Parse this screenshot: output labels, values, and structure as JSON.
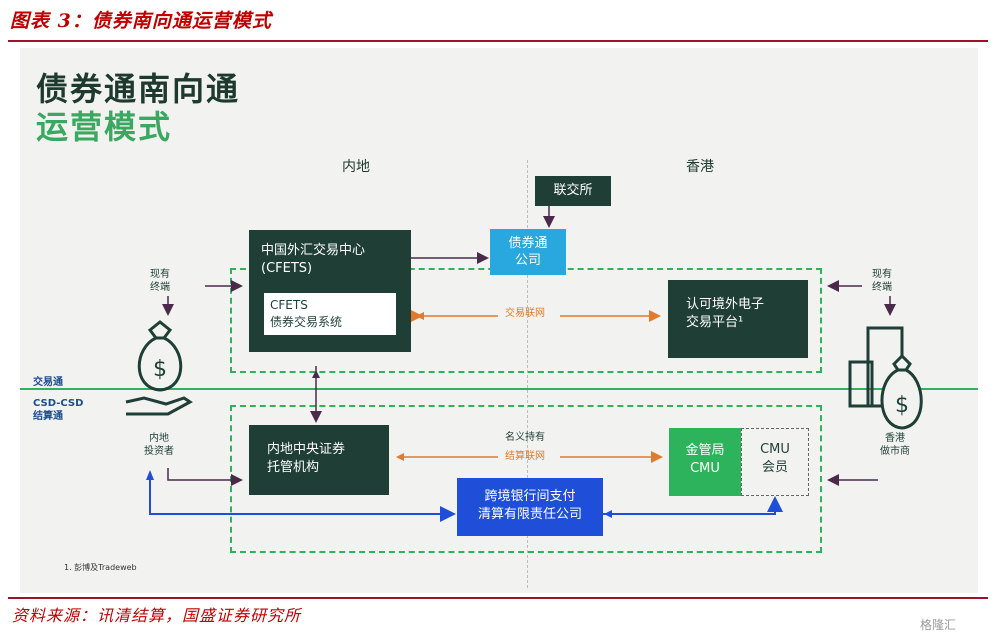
{
  "figure_title": "图表 3：债券南向通运营模式",
  "heading": {
    "line1": "债券通南向通",
    "line2": "运营模式"
  },
  "columns": {
    "inland": "内地",
    "hongkong": "香港"
  },
  "side_labels": {
    "trade": "交易通",
    "csd_line1": "CSD-CSD",
    "csd_line2": "结算通"
  },
  "nodes": {
    "cfets_line1": "中国外汇交易中心",
    "cfets_line2": "(CFETS)",
    "cfets_system_line1": "CFETS",
    "cfets_system_line2": "债券交易系统",
    "hkex": "联交所",
    "bondconnect_line1": "债券通",
    "bondconnect_line2": "公司",
    "hk_platform_line1": "认可境外电子",
    "hk_platform_line2": "交易平台¹",
    "csd_line1": "内地中央证券",
    "csd_line2": "托管机构",
    "payment_line1": "跨境银行间支付",
    "payment_line2": "清算有限责任公司",
    "hkma_line1": "金管局",
    "hkma_line2": "CMU",
    "cmu_member_line1": "CMU",
    "cmu_member_line2": "会员"
  },
  "edge_labels": {
    "exchange_link": "交易联网",
    "nominee": "名义持有",
    "settlement_link": "结算联网"
  },
  "people": {
    "existing_left_1": "现有",
    "existing_left_2": "终端",
    "existing_right_1": "现有",
    "existing_right_2": "终端",
    "investor_1": "内地",
    "investor_2": "投资者",
    "market_maker_1": "香港",
    "market_maker_2": "做市商"
  },
  "footnote": "1. 彭博及Tradeweb",
  "source": "资料来源：讯清结算，国盛证券研究所",
  "watermark": "格隆汇",
  "colors": {
    "dark": "#1e3e36",
    "green": "#2db35c",
    "cyan": "#29a8e0",
    "blue": "#1f4fd8",
    "orange": "#e07a2c",
    "red": "#c00000"
  }
}
